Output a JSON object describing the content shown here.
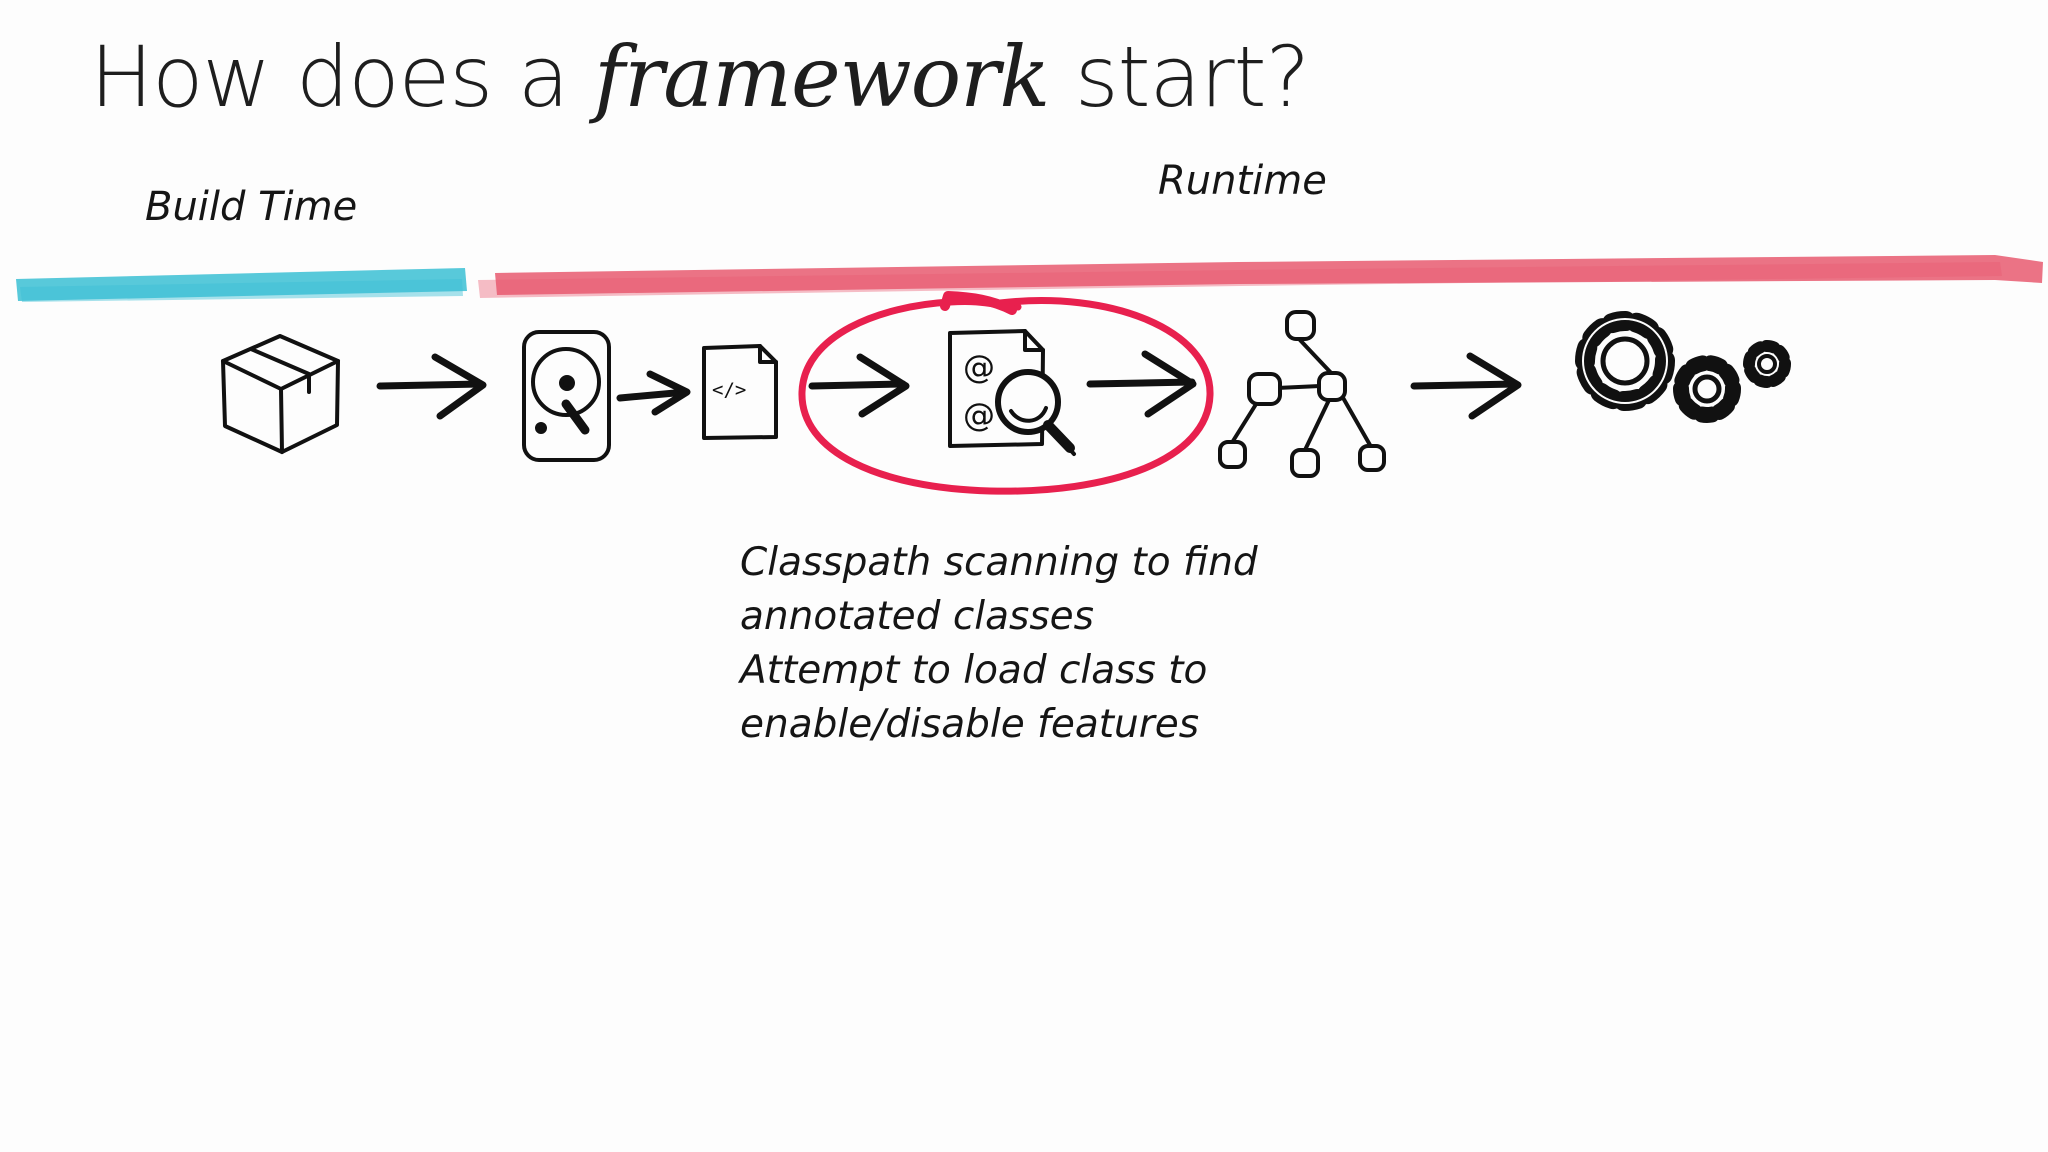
{
  "slide": {
    "title_before": "How does a ",
    "title_emphasis": "framework",
    "title_after": " start?"
  },
  "timeline": {
    "build_label": "Build Time",
    "runtime_label": "Runtime",
    "build_color": "#3bbfd4",
    "runtime_color": "#e85a70",
    "highlight_color": "#e8204e"
  },
  "steps": [
    {
      "icon": "package-box-icon"
    },
    {
      "icon": "hard-drive-icon"
    },
    {
      "icon": "code-file-icon"
    },
    {
      "icon": "annotation-scan-icon"
    },
    {
      "icon": "dependency-tree-icon"
    },
    {
      "icon": "gears-icon"
    }
  ],
  "code_glyph": "</>",
  "annotation_glyph": "@",
  "notes": [
    "Classpath scanning to find",
    "annotated classes",
    "Attempt to load class to",
    "enable/disable features"
  ]
}
